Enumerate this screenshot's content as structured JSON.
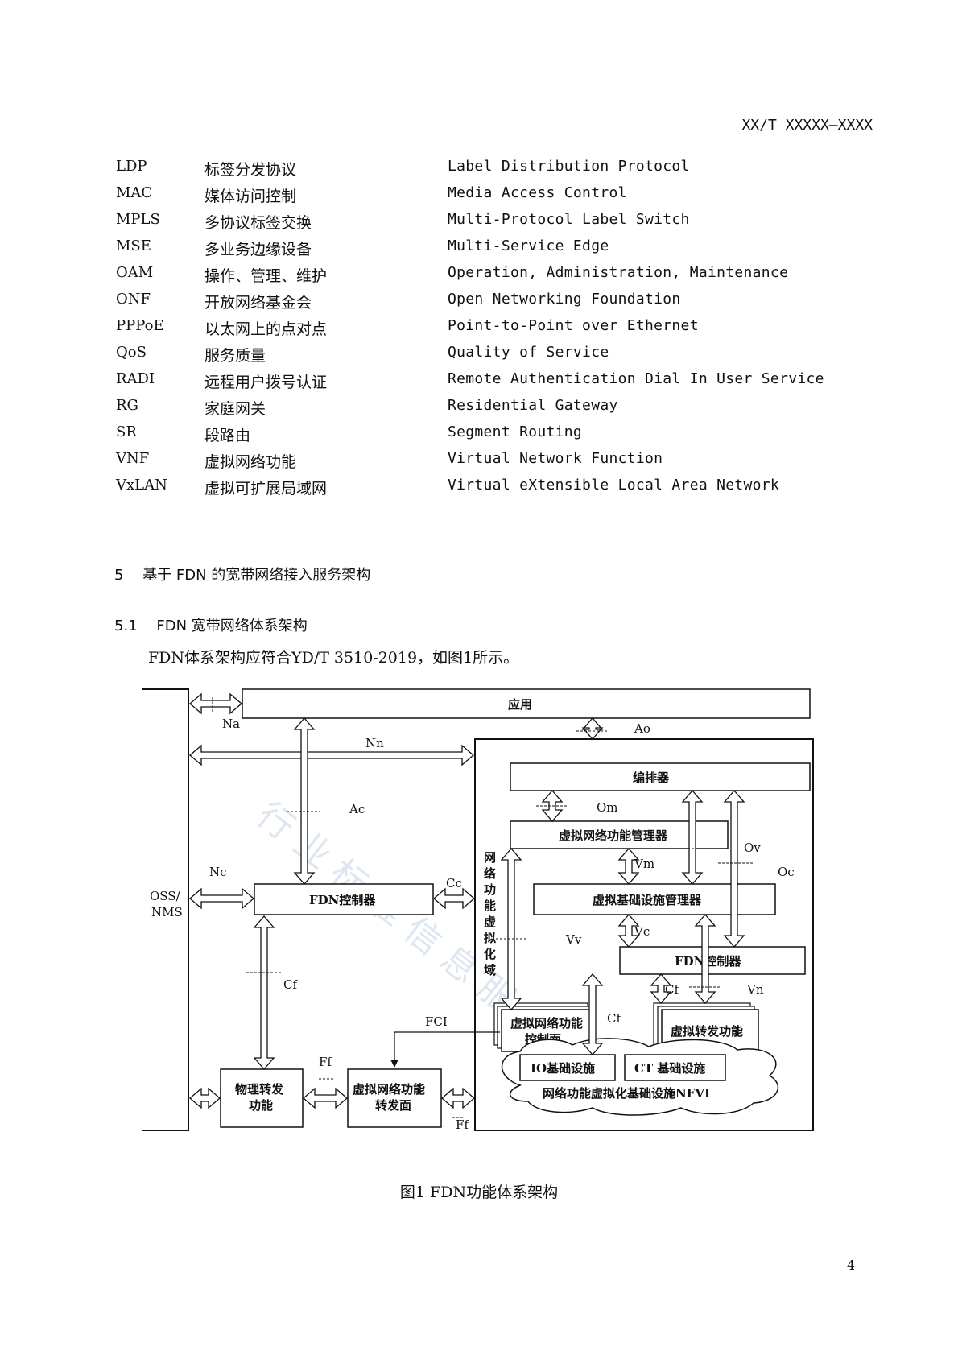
{
  "header": {
    "doc_id": "XX/T XXXXX—XXXX"
  },
  "abbreviations": [
    {
      "abbr": "LDP",
      "cn": "标签分发协议",
      "en": "Label Distribution Protocol"
    },
    {
      "abbr": "MAC",
      "cn": "媒体访问控制",
      "en": "Media Access Control"
    },
    {
      "abbr": "MPLS",
      "cn": "多协议标签交换",
      "en": "Multi-Protocol Label Switch"
    },
    {
      "abbr": "MSE",
      "cn": "多业务边缘设备",
      "en": "Multi-Service Edge"
    },
    {
      "abbr": "OAM",
      "cn": "操作、管理、维护",
      "en": "Operation, Administration, Maintenance"
    },
    {
      "abbr": "ONF",
      "cn": "开放网络基金会",
      "en": "Open Networking Foundation"
    },
    {
      "abbr": "PPPoE",
      "cn": "以太网上的点对点",
      "en": "Point-to-Point over Ethernet"
    },
    {
      "abbr": "QoS",
      "cn": "服务质量",
      "en": "Quality of Service"
    },
    {
      "abbr": "RADI",
      "cn": "远程用户拨号认证",
      "en": "Remote Authentication Dial In User Service"
    },
    {
      "abbr": "RG",
      "cn": "家庭网关",
      "en": "Residential Gateway"
    },
    {
      "abbr": "SR",
      "cn": "段路由",
      "en": "Segment Routing"
    },
    {
      "abbr": "VNF",
      "cn": "虚拟网络功能",
      "en": "Virtual Network Function"
    },
    {
      "abbr": "VxLAN",
      "cn": "虚拟可扩展局域网",
      "en": "Virtual eXtensible Local Area Network"
    }
  ],
  "section5": {
    "num": "5",
    "title": "基于 FDN 的宽带网络接入服务架构"
  },
  "section51": {
    "num": "5.1",
    "title": "FDN 宽带网络体系架构"
  },
  "paragraph": "FDN体系架构应符合YD/T 3510-2019，如图1所示。",
  "figure": {
    "boxes": {
      "oss": "OSS/",
      "nms": "NMS",
      "app": "应用",
      "orchestrator": "编排器",
      "vnfm": "虚拟网络功能管理器",
      "vim": "虚拟基础设施管理器",
      "fdn_ctrl_left": "FDN控制器",
      "fdn_ctrl_right": "FDN控制器",
      "vnf_cp_1": "虚拟网络功能",
      "vnf_cp_2": "控制面",
      "vfwd": "虚拟转发功能",
      "io": "IO基础设施",
      "ct": "CT 基础设施",
      "nfvi": "网络功能虚拟化基础设施NFVI",
      "phys_1": "物理转发",
      "phys_2": "功能",
      "vnf_fp_1": "虚拟网络功能",
      "vnf_fp_2": "转发面",
      "domain_chars": [
        "网",
        "络",
        "功",
        "能",
        "虚",
        "拟",
        "化",
        "域"
      ]
    },
    "labels": {
      "na": "Na",
      "nn": "Nn",
      "ao": "Ao",
      "ac": "Ac",
      "om": "Om",
      "ov": "Ov",
      "oc": "Oc",
      "vm": "Vm",
      "nc": "Nc",
      "cc": "Cc",
      "vv": "Vv",
      "vc": "Vc",
      "cf": "Cf",
      "cf2": "Cf",
      "cf3": "Cf",
      "vn": "Vn",
      "fci": "FCI",
      "ff": "Ff",
      "ff2": "Ff"
    },
    "watermark": "行业标准信息服务平台"
  },
  "caption": "图1  FDN功能体系架构",
  "page_number": "4"
}
